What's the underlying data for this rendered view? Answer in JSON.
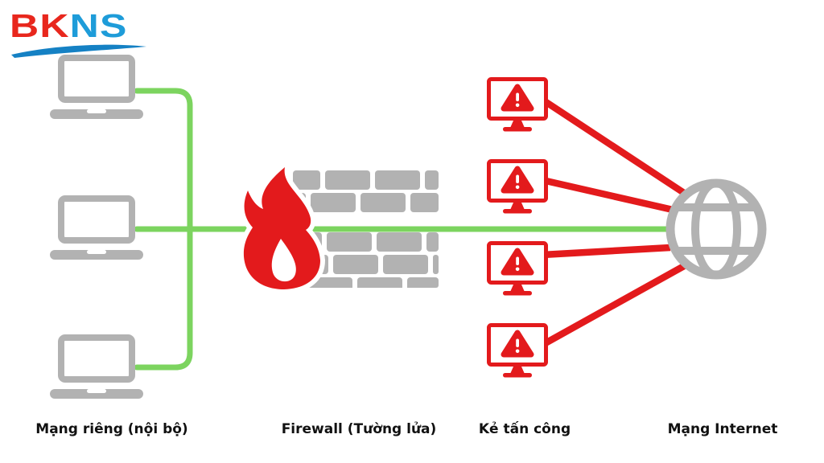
{
  "logo": {
    "text_red": "BK",
    "text_blue": "NS"
  },
  "labels": {
    "private_network": "Mạng riêng (nội bộ)",
    "firewall": "Firewall (Tường lửa)",
    "attackers": "Kẻ tấn công",
    "internet": "Mạng Internet"
  },
  "colors": {
    "safe_green": "#7CD45F",
    "danger_red": "#E31A1C",
    "neutral_gray": "#B2B2B2",
    "logo_red": "#E8271D",
    "logo_blue": "#1E9CD9",
    "logo_swoosh": "#1581C4",
    "label_text": "#111111",
    "page_bg": "#ffffff"
  },
  "diagram": {
    "private_device_count": 3,
    "attacker_device_count": 4,
    "safe_line_count": 3,
    "attack_line_count": 4,
    "icons": {
      "private_device": "laptop-icon",
      "firewall": [
        "flame-icon",
        "brick-wall-icon"
      ],
      "attacker_device": "attacker-monitor-icon",
      "attacker_warning": "warning-triangle-icon",
      "internet": "globe-icon"
    }
  }
}
